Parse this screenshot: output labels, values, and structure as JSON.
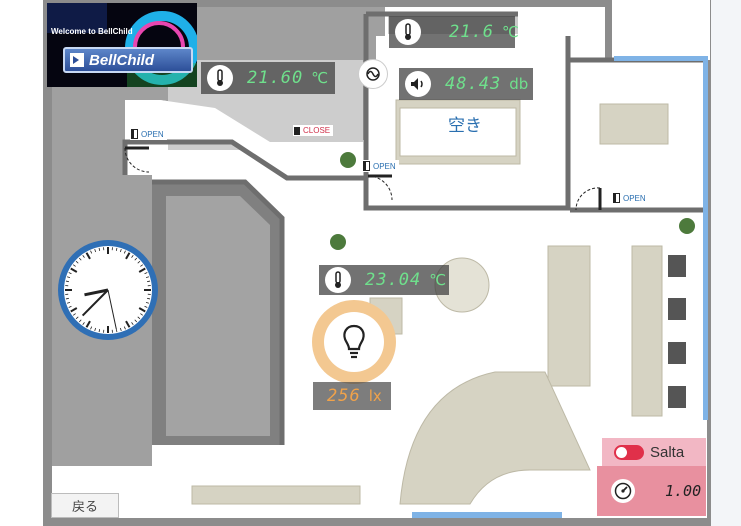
{
  "logo": {
    "welcome": "Welcome to BellChild",
    "brand": "BellChild"
  },
  "sensors": {
    "temp_main": {
      "value": "21.60",
      "unit": "℃",
      "icon": "thermometer-icon"
    },
    "temp_room": {
      "value": "21.6",
      "unit": "℃",
      "icon": "thermometer-icon"
    },
    "sound_room": {
      "value": "48.43",
      "unit": "db",
      "icon": "speaker-icon"
    },
    "temp_lounge": {
      "value": "23.04",
      "unit": "℃",
      "icon": "thermometer-icon"
    },
    "light": {
      "value": "256",
      "unit": "lx",
      "icon": "lightbulb-icon"
    }
  },
  "room_status": "空き",
  "doors": {
    "open": "OPEN",
    "close": "CLOSE"
  },
  "salta": {
    "label": "Salta",
    "value": "1.00",
    "icon": "gauge-icon"
  },
  "nav": {
    "back_label": "戻る"
  },
  "clock": {
    "hour": 8,
    "minute": 37,
    "second": 28
  },
  "colors": {
    "sensor_text": "#6fe08c",
    "light_text": "#f0a24a",
    "room_text": "#2a6fb0",
    "accent": "#e0304a"
  }
}
